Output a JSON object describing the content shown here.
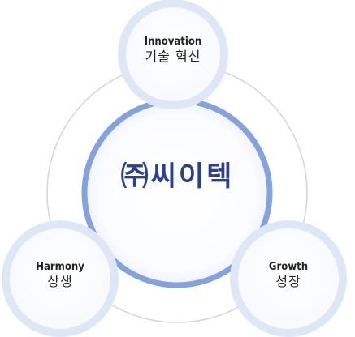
{
  "center": {
    "name": "㈜씨이텍"
  },
  "nodes": {
    "innovation": {
      "en": "Innovation",
      "ko": "기술 혁신"
    },
    "harmony": {
      "en": "Harmony",
      "ko": "상생"
    },
    "growth": {
      "en": "Growth",
      "ko": "성장"
    }
  },
  "colors": {
    "center_ring": "#86a2dc",
    "node_ring": "#dfe7f7",
    "outer_ring": "#d4d4d4",
    "center_text": "#2d3f8f",
    "label_text": "#222222"
  }
}
